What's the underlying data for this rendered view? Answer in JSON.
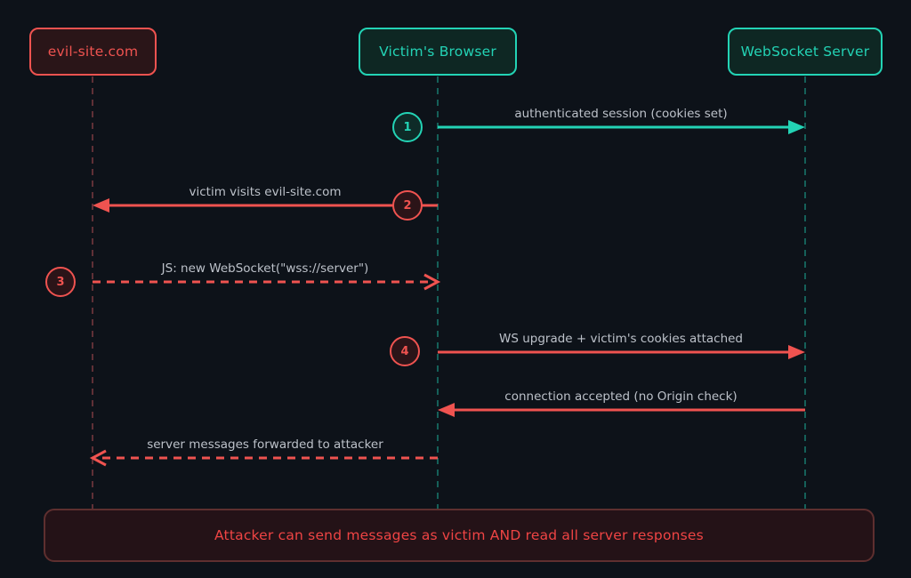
{
  "diagram_type": "sequence",
  "actors": [
    {
      "id": "evil-site",
      "label": "evil-site.com",
      "theme": "red"
    },
    {
      "id": "victims-browser",
      "label": "Victim's Browser",
      "theme": "teal"
    },
    {
      "id": "websocket-server",
      "label": "WebSocket Server",
      "theme": "teal"
    }
  ],
  "messages": [
    {
      "step": "1",
      "label": "authenticated session (cookies set)",
      "from": "Victim's Browser",
      "to": "WebSocket Server",
      "line": "solid",
      "color": "teal"
    },
    {
      "step": "2",
      "label": "victim visits evil-site.com",
      "from": "Victim's Browser",
      "to": "evil-site.com",
      "line": "solid",
      "color": "red"
    },
    {
      "step": "3",
      "label": "JS: new WebSocket(\"wss://server\")",
      "from": "evil-site.com",
      "to": "Victim's Browser",
      "line": "dashed",
      "color": "red"
    },
    {
      "step": "4",
      "label": "WS upgrade + victim's cookies attached",
      "from": "Victim's Browser",
      "to": "WebSocket Server",
      "line": "solid",
      "color": "red"
    },
    {
      "step": "",
      "label": "connection accepted (no Origin check)",
      "from": "WebSocket Server",
      "to": "Victim's Browser",
      "line": "solid",
      "color": "red"
    },
    {
      "step": "",
      "label": "server messages forwarded to attacker",
      "from": "Victim's Browser",
      "to": "evil-site.com",
      "line": "dashed",
      "color": "red"
    }
  ],
  "note": {
    "text": "Attacker can send messages as victim AND read all server responses"
  },
  "colors": {
    "background": "#0d1219",
    "teal_accent": "#23d3b5",
    "red_accent": "#ef5350",
    "message_label_text": "#bcc1c9",
    "note_text": "#ef4444",
    "note_border": "#5e2f2f",
    "note_fill": "#241217",
    "teal_actor_fill": "#0e2723",
    "red_actor_fill": "#2a1518",
    "lifeline_teal": "#156059",
    "lifeline_red": "#5f3036"
  }
}
